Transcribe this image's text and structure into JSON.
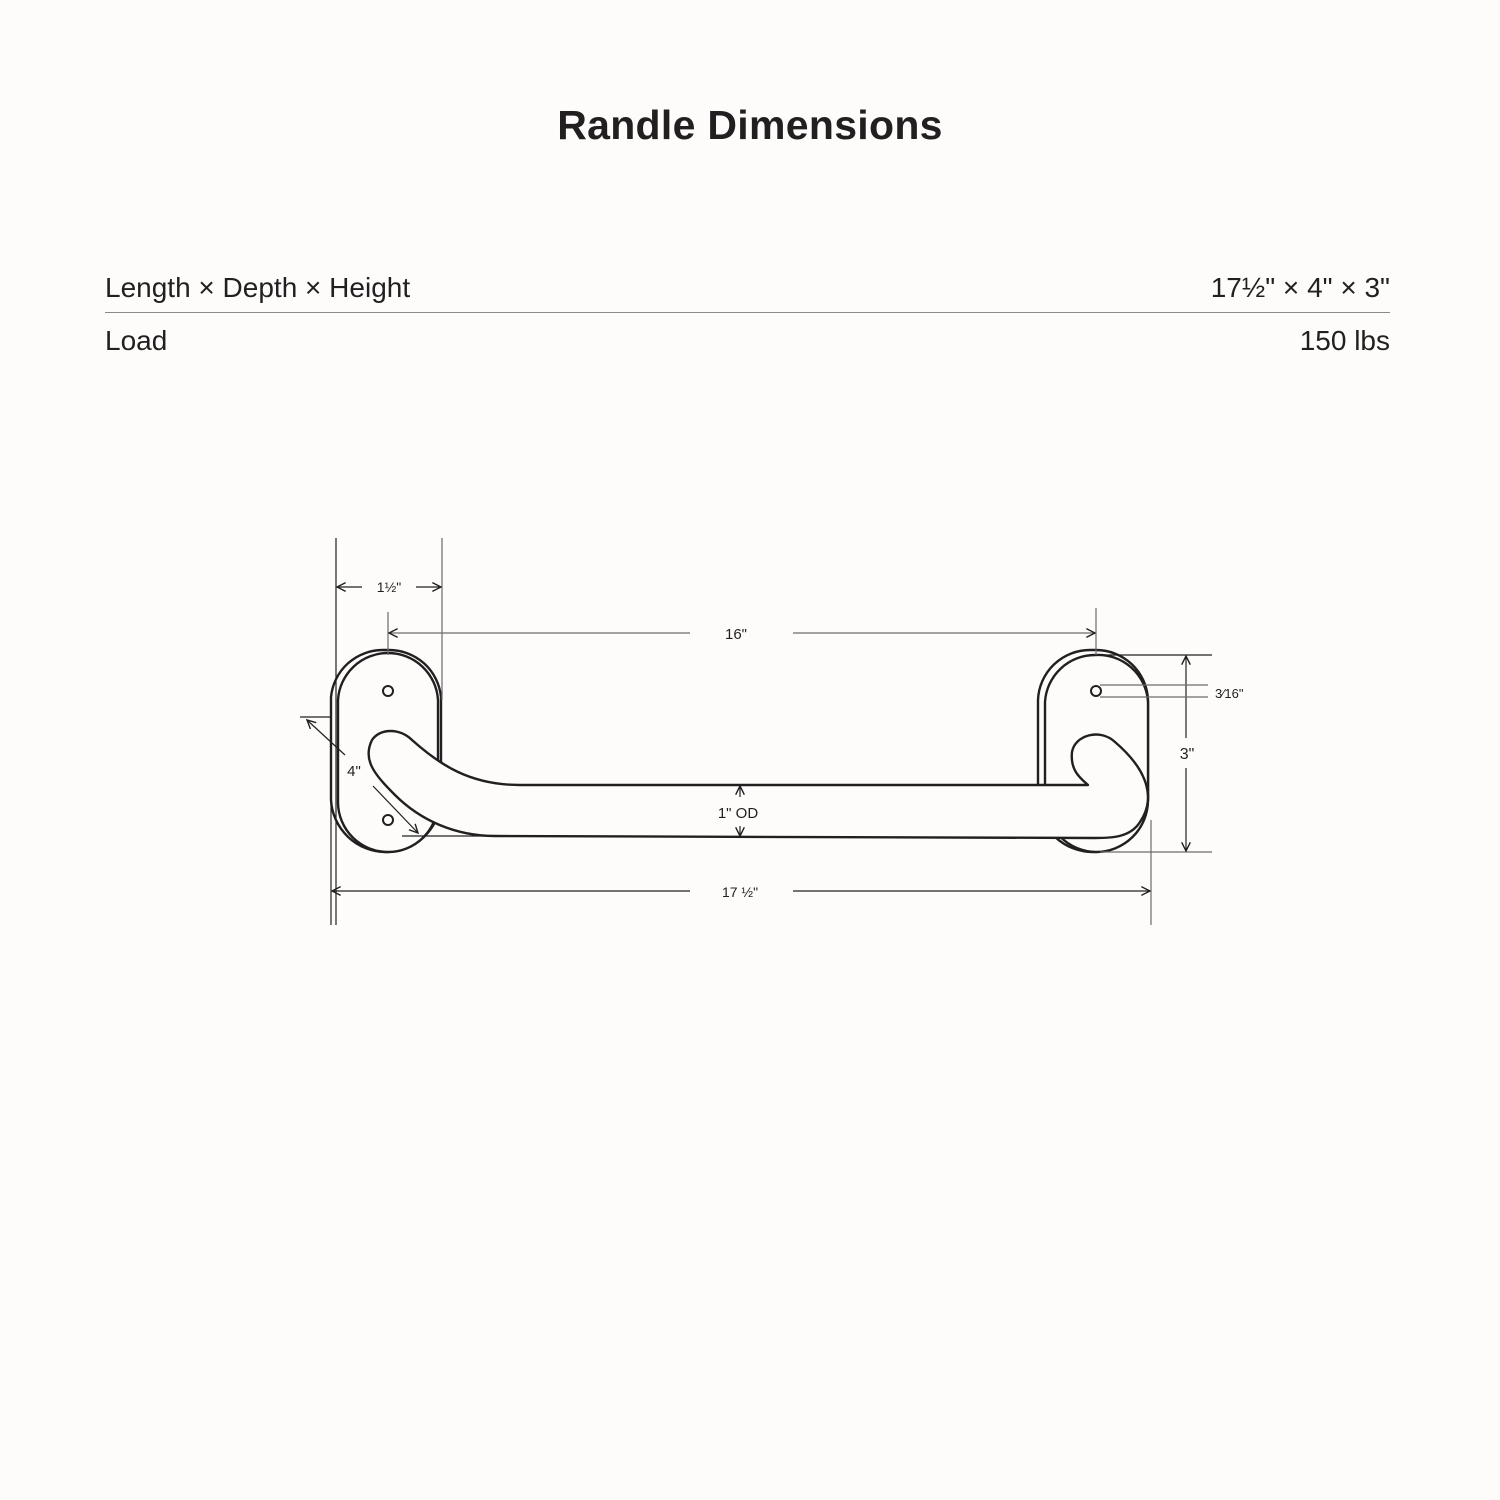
{
  "title": "Randle Dimensions",
  "specs": [
    {
      "label": "Length × Depth × Height",
      "value": "17½\" × 4\" × 3\""
    },
    {
      "label": "Load",
      "value": "150 lbs"
    }
  ],
  "diagram": {
    "dimensions": {
      "plate_width": "1½\"",
      "center_to_center": "16\"",
      "hole_diameter": "3⁄16\"",
      "plate_height": "3\"",
      "depth": "4\"",
      "tube_diameter": "1\" OD",
      "overall_length": "17 ½\""
    },
    "colors": {
      "background": "#fdfcfb",
      "ink": "#231f20",
      "dimension_line": "#6b6b6b"
    }
  }
}
